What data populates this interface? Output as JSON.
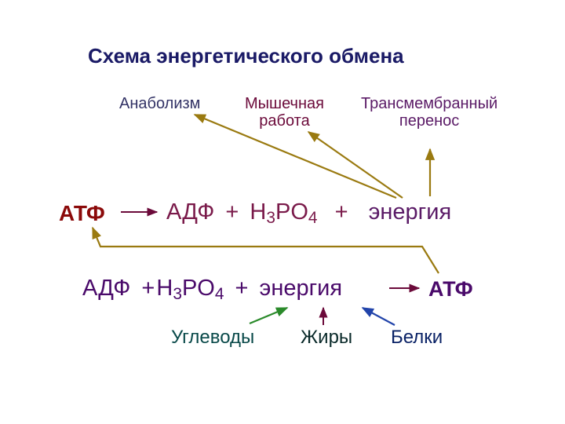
{
  "title": "Схема энергетического обмена",
  "top_labels": {
    "anabolism": "Анаболизм",
    "muscle_work": "Мышечная\nработа",
    "transmembrane": "Трансмембранный\nперенос"
  },
  "row1": {
    "atf": "АТФ",
    "adf": "АДФ",
    "plus1": "+",
    "h": "H",
    "sub3": "3",
    "po": "PO",
    "sub4": "4",
    "plus2": "+",
    "energy": "энергия"
  },
  "row2": {
    "adf": "АДФ",
    "plus1": "+",
    "h": "H",
    "sub3": "3",
    "po": "PO",
    "sub4": "4",
    "plus2": "+",
    "energy": "энергия",
    "atf": "АТФ"
  },
  "sources": {
    "carbs": "Углеводы",
    "fats": "Жиры",
    "proteins": "Белки"
  },
  "colors": {
    "title": "#1a1a66",
    "anabolism": "#333366",
    "muscle_work": "#6b0a3a",
    "transmembrane": "#5a1a66",
    "atf": "#8b0a0a",
    "adf_row1": "#7a1a4a",
    "energy": "#5a1a66",
    "row2_text": "#4a0a6a",
    "carbs": "#0a4a4a",
    "fats": "#0a2a2a",
    "proteins": "#0a2266",
    "olive_arrow": "#9a7a10",
    "green_arrow": "#2a8a2a",
    "blue_arrow": "#2244aa"
  }
}
